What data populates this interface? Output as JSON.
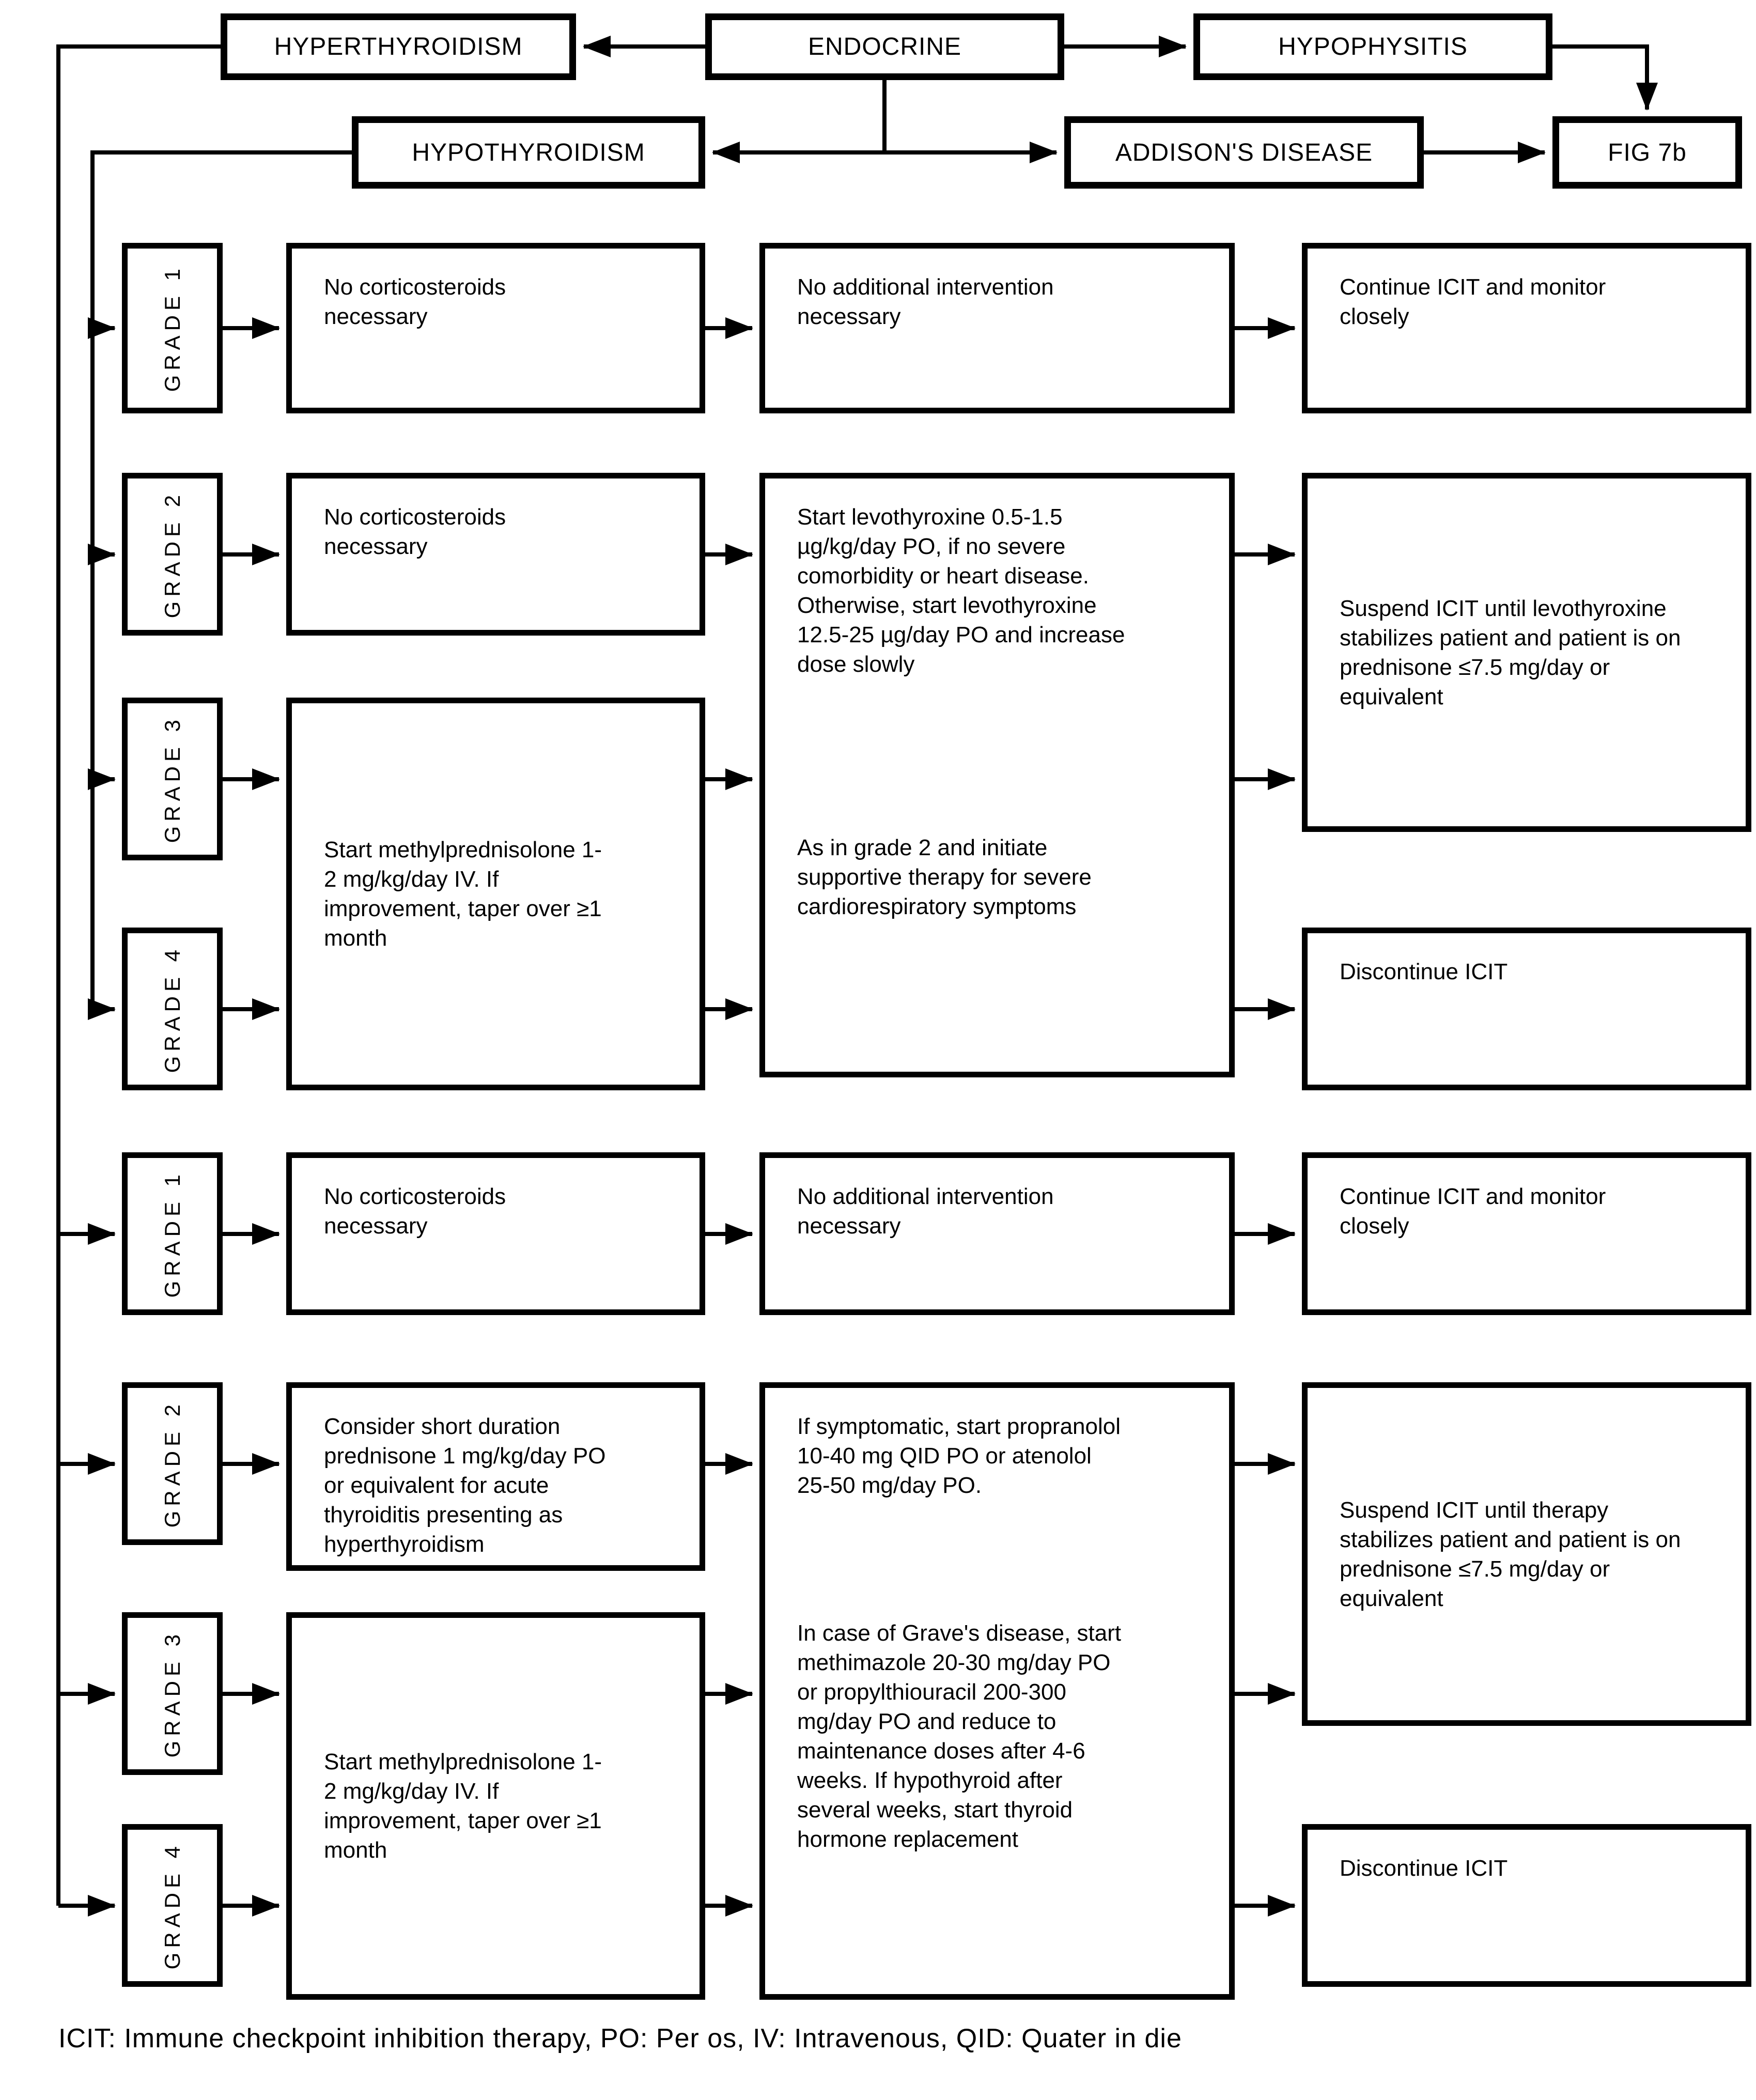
{
  "top": {
    "endocrine": "ENDOCRINE",
    "hyperthyroidism": "HYPERTHYROIDISM",
    "hypophysitis": "HYPOPHYSITIS",
    "hypothyroidism": "HYPOTHYROIDISM",
    "addisons": "ADDISON'S DISEASE",
    "fig7b": "FIG 7b"
  },
  "hypo": {
    "grade1": "GRADE 1",
    "grade2": "GRADE 2",
    "grade3": "GRADE 3",
    "grade4": "GRADE 4",
    "g1_col1": "No corticosteroids necessary",
    "g2_col1": "No corticosteroids necessary",
    "g34_col1": "Start methylprednisolone 1-2 mg/kg/day IV. If improvement, taper over ≥1 month",
    "g1_col2": "No additional intervention necessary",
    "g2_col2": "Start levothyroxine 0.5-1.5 µg/kg/day PO, if no severe comorbidity or heart disease. Otherwise, start levothyroxine 12.5-25 µg/day PO and increase dose slowly",
    "g34_col2": "As in grade 2 and initiate supportive therapy for severe cardiorespiratory symptoms",
    "g1_col3": "Continue ICIT and monitor closely",
    "g23_col3": "Suspend ICIT until levothyroxine stabilizes patient and patient is on prednisone ≤7.5 mg/day or equivalent",
    "g4_col3": "Discontinue ICIT"
  },
  "hyper": {
    "grade1": "GRADE 1",
    "grade2": "GRADE 2",
    "grade3": "GRADE 3",
    "grade4": "GRADE 4",
    "g1_col1": "No corticosteroids necessary",
    "g2_col1": "Consider short duration prednisone 1 mg/kg/day PO or equivalent for acute thyroiditis presenting as hyperthyroidism",
    "g34_col1": "Start methylprednisolone 1-2 mg/kg/day IV. If improvement, taper over ≥1 month",
    "g1_col2": "No additional intervention necessary",
    "g2_col2": "If symptomatic, start propranolol 10-40 mg QID PO or atenolol 25-50 mg/day PO.",
    "g3_col2": "In case of Grave's disease, start methimazole 20-30 mg/day PO or propylthiouracil 200-300 mg/day PO and reduce to maintenance doses after 4-6 weeks. If hypothyroid after several weeks, start thyroid hormone replacement",
    "g1_col3": "Continue ICIT and monitor closely",
    "g23_col3": "Suspend ICIT until therapy stabilizes patient and patient is on prednisone ≤7.5 mg/day or equivalent",
    "g4_col3": "Discontinue ICIT"
  },
  "footnote": "ICIT: Immune checkpoint inhibition therapy, PO: Per os, IV: Intravenous, QID: Quater in die"
}
